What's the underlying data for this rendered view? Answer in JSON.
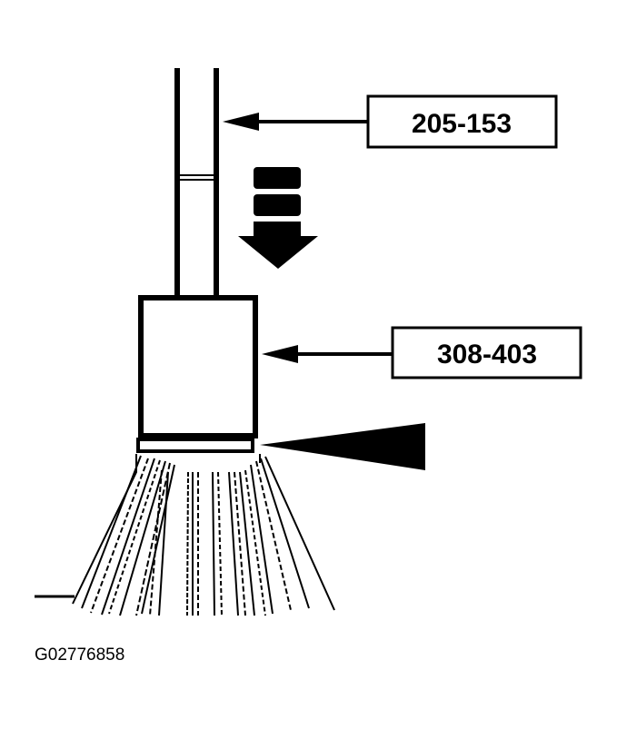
{
  "callouts": {
    "tool_upper": "205-153",
    "tool_lower": "308-403"
  },
  "figure_id": "G02776858",
  "colors": {
    "ink": "#000000",
    "paper": "#ffffff"
  }
}
